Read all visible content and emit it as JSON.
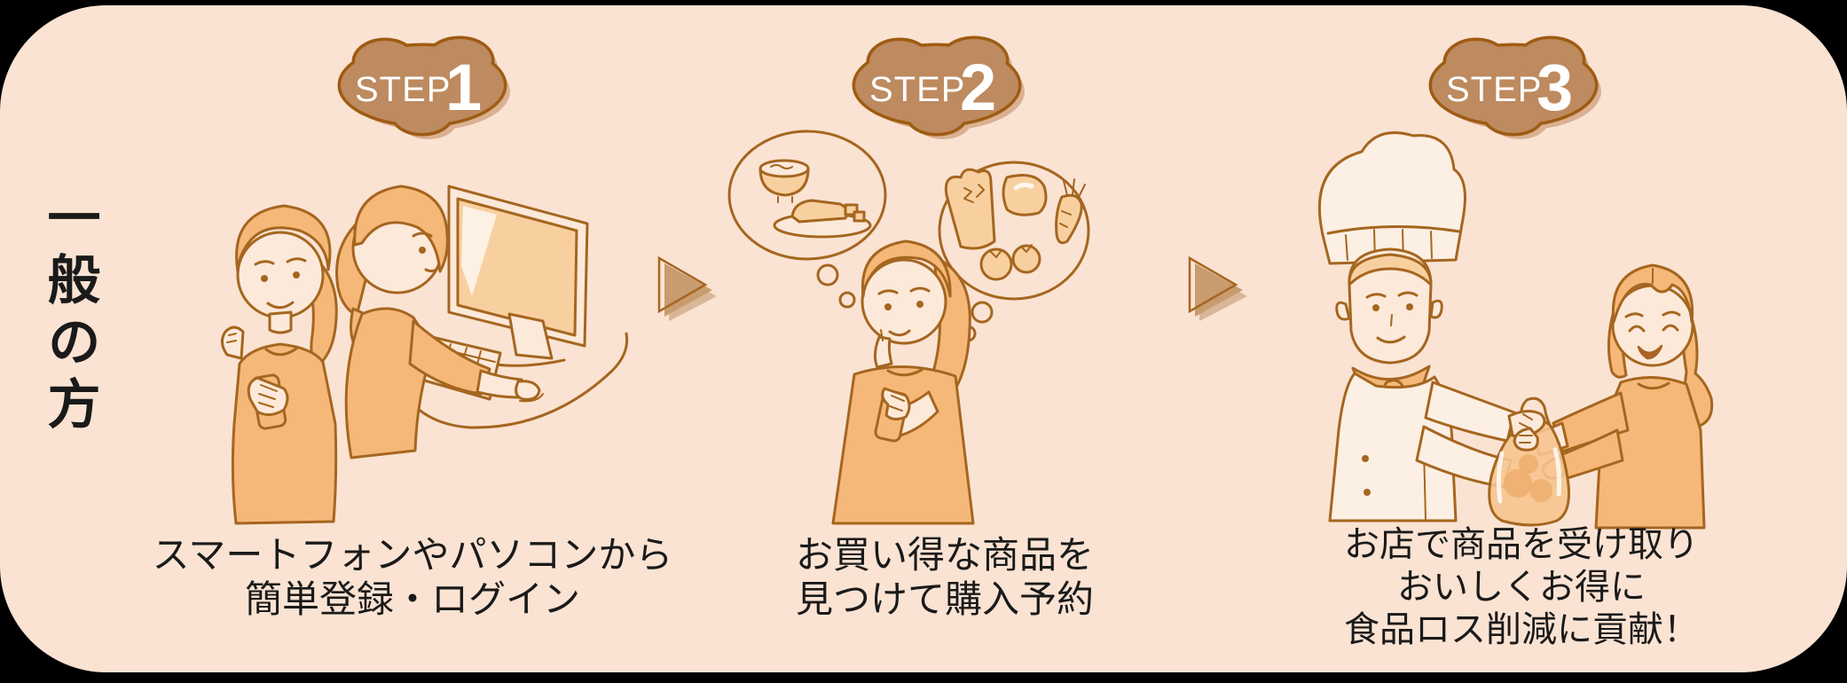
{
  "audience_label": "一般の方",
  "badge_word": "STEP",
  "steps": [
    {
      "badge_number": "1",
      "caption_lines": [
        "スマートフォンやパソコンから",
        "簡単登録・ログイン"
      ],
      "illustration": "two-women-registering-with-smartphone-and-computer"
    },
    {
      "badge_number": "2",
      "caption_lines": [
        "お買い得な商品を",
        "見つけて購入予約"
      ],
      "illustration": "woman-thinking-of-meals-and-vegetables-while-browsing-phone"
    },
    {
      "badge_number": "3",
      "caption_lines": [
        "お店で商品を受け取り",
        "おいしくお得に",
        "食品ロス削減に貢献！"
      ],
      "illustration": "chef-handing-bag-of-food-to-smiling-customer"
    }
  ],
  "arrows": {
    "count": 2,
    "direction": "right"
  },
  "colors": {
    "panel_background": "#FAE3D3",
    "outer_background": "#000000",
    "badge_fill": "#BE8A5F",
    "badge_stroke": "#9E5C12",
    "badge_shadow": "#D9B091",
    "badge_text": "#FFFFFF",
    "arrow_fill": "#C89C6E",
    "line_art": "#A5661F",
    "clothing_orange": "#F5B878",
    "caption_text": "#1A1A1A"
  }
}
